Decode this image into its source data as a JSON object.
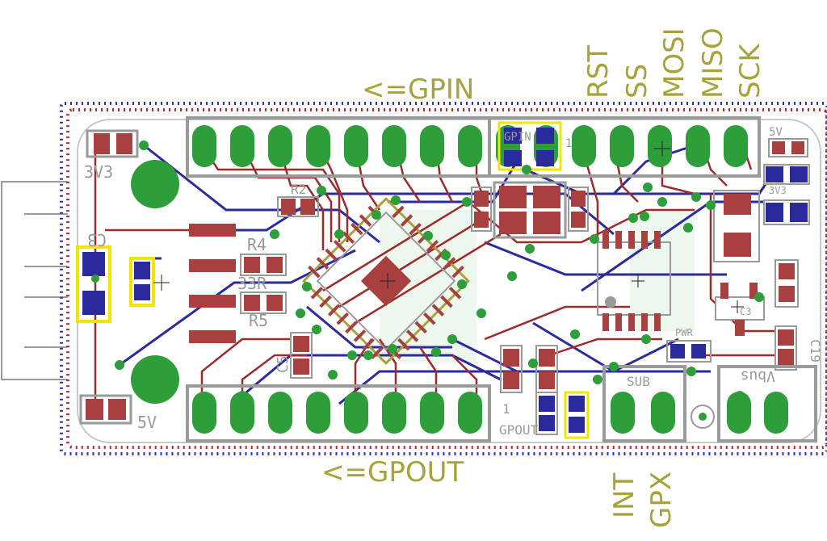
{
  "colors": {
    "board_fill": "#ffffff",
    "outline_red": "#b03030",
    "outline_blue": "#3030b0",
    "trace_red": "#9c2b2b",
    "trace_blue": "#2b2b9c",
    "pad_green": "#2e9e3a",
    "via_green": "#2e9e3a",
    "smd_red": "#a84040",
    "smd_blue": "#2a2a9c",
    "silk_gray": "#9a9a9a",
    "label_olive": "#a7a33a",
    "highlight_yellow": "#f2e600"
  },
  "labels": {
    "gpin_arrow": "<=GPIN",
    "gpout_arrow": "<=GPOUT",
    "top_pins": [
      "RST",
      "SS",
      "MOSI",
      "MISO",
      "SCK"
    ],
    "bottom_pins": [
      "INT",
      "GPX"
    ]
  },
  "silkscreen": {
    "v3_label": "3V3",
    "v5_bottom_label": "5V",
    "v5_top_label": "5V",
    "c3_left": "C3",
    "r4": "R4",
    "r5": "R5",
    "r33": "33R",
    "c5": "C5",
    "gpin_header": "GPIN",
    "gpout_header": "GPOUT",
    "pin1_in": "1",
    "pin1_out": "1",
    "r2": "R2",
    "c3_right": "C3",
    "c19": "C19",
    "sub": "SUB",
    "vbus": "Vbus",
    "pwr": "PWR",
    "v3_right": "3V3"
  }
}
